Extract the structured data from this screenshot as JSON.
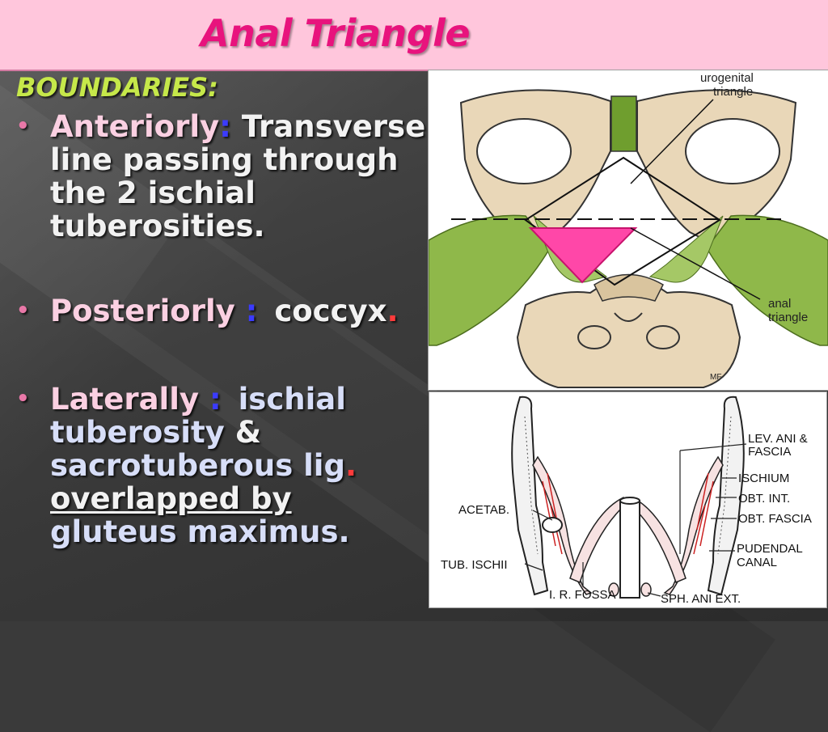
{
  "slide": {
    "title": "Anal Triangle",
    "heading": "BOUNDARIES:",
    "bullets": {
      "anterior": {
        "label": "Anteriorly",
        "colon": ":",
        "line1": "Transverse",
        "line2": "line passing through",
        "line3": "the 2 ischial",
        "line4": "tuberosities."
      },
      "posterior": {
        "label": "Posteriorly",
        "colon": ":",
        "text": "coccyx",
        "period": "."
      },
      "lateral": {
        "label": "Laterally",
        "colon": ":",
        "t1": "ischial",
        "t2": "tuberosity",
        "amp": "&",
        "t3": "sacrotuberous lig",
        "period": ".",
        "t4": "overlapped by",
        "t5": "gluteus maximus."
      }
    }
  },
  "figure_top": {
    "label_urogenital_1": "urogenital",
    "label_urogenital_2": "triangle",
    "label_anal_1": "anal",
    "label_anal_2": "triangle",
    "signature": "MF"
  },
  "figure_bottom": {
    "lev_ani_1": "LEV. ANI &",
    "lev_ani_2": "FASCIA",
    "ischium": "ISCHIUM",
    "obt_int": "OBT. INT.",
    "obt_fascia": "OBT. FASCIA",
    "pudendal_1": "PUDENDAL",
    "pudendal_2": "CANAL",
    "acetab": "ACETAB.",
    "tub_ischii": "TUB. ISCHII",
    "ir_fossa": "I. R. FOSSA",
    "sph_ani": "SPH. ANI EXT."
  },
  "colors": {
    "title": "#e8137d",
    "title_bar": "#ffc6dc",
    "heading": "#c6e84a",
    "label_pink": "#fbd0e2",
    "colon_blue": "#3b3bff",
    "period_red": "#ff3b3b",
    "light_blue": "#d7def8",
    "triangle_pink": "#ff47a8",
    "bone": "#e9d7b8",
    "muscle_green": "#8fb84a"
  }
}
